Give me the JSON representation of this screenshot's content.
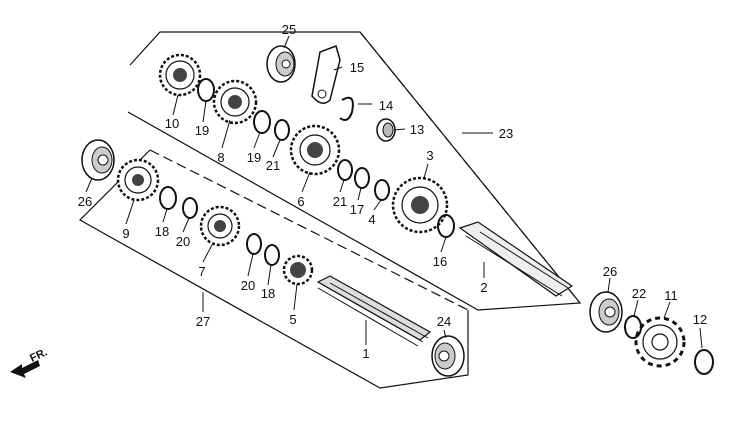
{
  "diagram": {
    "callouts": [
      "1",
      "2",
      "3",
      "4",
      "5",
      "6",
      "7",
      "8",
      "9",
      "10",
      "11",
      "12",
      "13",
      "14",
      "15",
      "16",
      "17",
      "18",
      "19",
      "20",
      "21",
      "22",
      "23",
      "24",
      "25",
      "26",
      "27"
    ],
    "direction_label": "FR."
  }
}
